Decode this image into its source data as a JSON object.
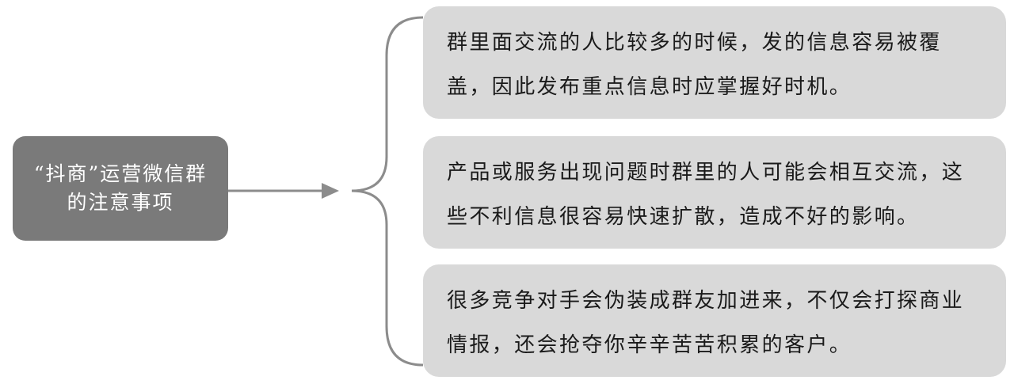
{
  "root": {
    "label": "“抖商”运营微信群\n的注意事项"
  },
  "branches": [
    {
      "text": "群里面交流的人比较多的时候，发的信息容易被覆盖，因此发布重点信息时应掌握好时机。"
    },
    {
      "text": "产品或服务出现问题时群里的人可能会相互交流，这些不利信息很容易快速扩散，造成不好的影响。"
    },
    {
      "text": "很多竞争对手会伪装成群友加进来，不仅会打探商业情报，还会抢夺你辛辛苦苦积累的客户。"
    }
  ],
  "colors": {
    "root_fill": "#7a7a7a",
    "root_text": "#ffffff",
    "branch_fill": "#d9d9d9",
    "branch_text": "#1a1a1a",
    "connector": "#8c8c8c"
  }
}
